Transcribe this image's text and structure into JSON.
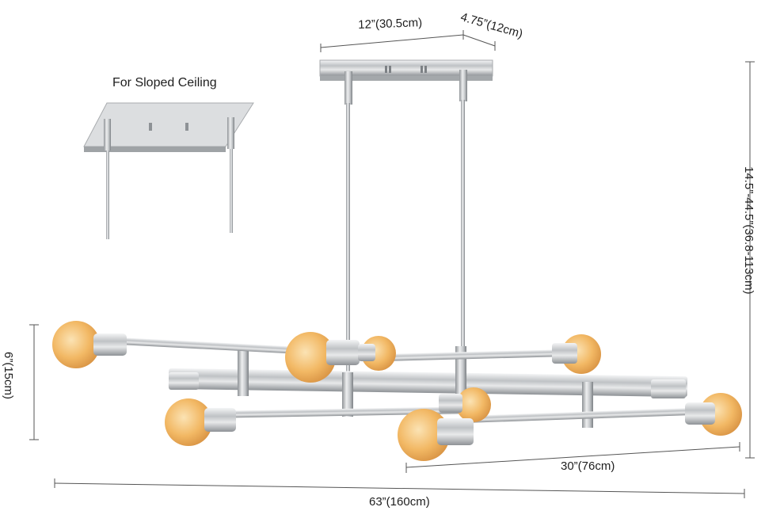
{
  "product": {
    "name": "8-light sputnik chandelier, polished chrome",
    "finish_color": "#c9cbcd",
    "bulb_color": "#f0b868"
  },
  "labels": {
    "sloped_ceiling": "For Sloped Ceiling",
    "canopy_width": "12”(30.5cm)",
    "canopy_depth": "4.75”(12cm)",
    "height_range": "14.5”-44.5”(36.8-113cm)",
    "arm_drop": "6”(15cm)",
    "inner_width": "30”(76cm)",
    "total_width": "63”(160cm)"
  }
}
